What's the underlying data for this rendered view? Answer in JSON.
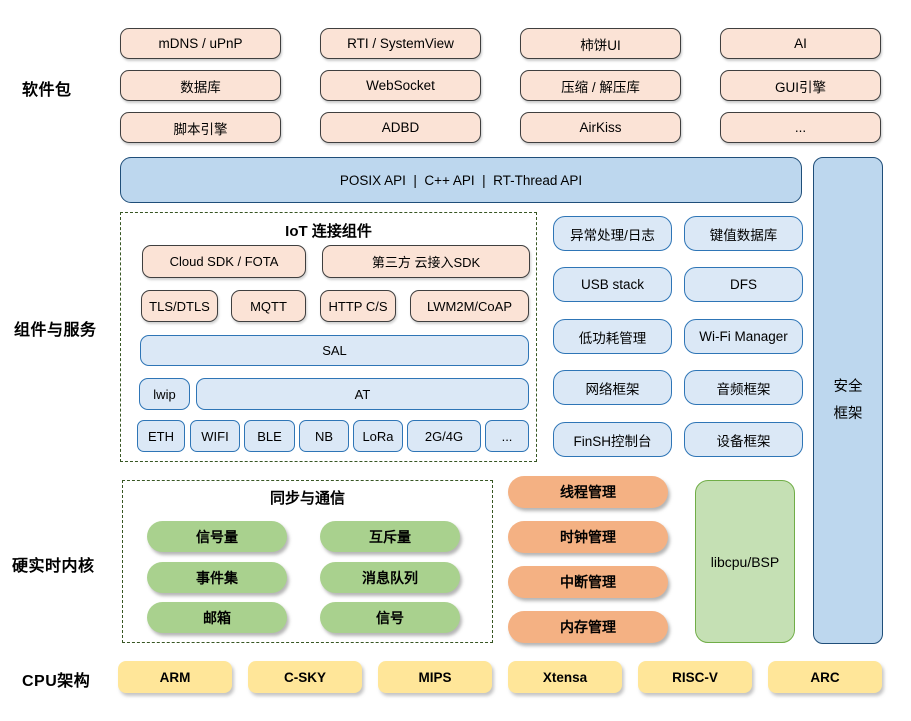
{
  "section_labels": {
    "software": "软件包",
    "components": "组件与服务",
    "kernel": "硬实时内核",
    "cpu": "CPU架构"
  },
  "software_packages": {
    "items": [
      "mDNS / uPnP",
      "RTI / SystemView",
      "柿饼UI",
      "AI",
      "数据库",
      "WebSocket",
      "压缩 / 解压库",
      "GUI引擎",
      "脚本引擎",
      "ADBD",
      "AirKiss",
      "..."
    ]
  },
  "api_bar": {
    "label": "POSIX API  |  C++ API  |  RT-Thread API"
  },
  "iot": {
    "title": "IoT 连接组件",
    "cloud_sdk": "Cloud SDK / FOTA",
    "third_party_sdk": "第三方 云接入SDK",
    "protocols": [
      "TLS/DTLS",
      "MQTT",
      "HTTP C/S",
      "LWM2M/CoAP"
    ],
    "sal": "SAL",
    "lwip": "lwip",
    "at": "AT",
    "links": [
      "ETH",
      "WIFI",
      "BLE",
      "NB",
      "LoRa",
      "2G/4G",
      "..."
    ]
  },
  "services": {
    "items": [
      "异常处理/日志",
      "键值数据库",
      "USB stack",
      "DFS",
      "低功耗管理",
      "Wi-Fi Manager",
      "网络框架",
      "音频框架",
      "FinSH控制台",
      "设备框架"
    ]
  },
  "security": {
    "label": "安全\n框架"
  },
  "sync": {
    "title": "同步与通信",
    "items": [
      "信号量",
      "互斥量",
      "事件集",
      "消息队列",
      "邮箱",
      "信号"
    ]
  },
  "kernel_mgmt": {
    "items": [
      "线程管理",
      "时钟管理",
      "中断管理",
      "内存管理"
    ]
  },
  "libcpu": {
    "label": "libcpu/BSP"
  },
  "cpu_archs": {
    "items": [
      "ARM",
      "C-SKY",
      "MIPS",
      "Xtensa",
      "RISC-V",
      "ARC"
    ]
  },
  "colors": {
    "package_fill": "#fbe3d6",
    "api_bar_fill": "#bdd7ee",
    "api_bar_border": "#1f4e79",
    "service_fill": "#dbe8f6",
    "service_border": "#2e75b6",
    "dashed_border": "#375623",
    "green_pill": "#a9d18e",
    "libcpu_fill": "#c5e0b4",
    "libcpu_border": "#70ad47",
    "orange_pill": "#f4b183",
    "cpu_arch_fill": "#ffe699"
  }
}
